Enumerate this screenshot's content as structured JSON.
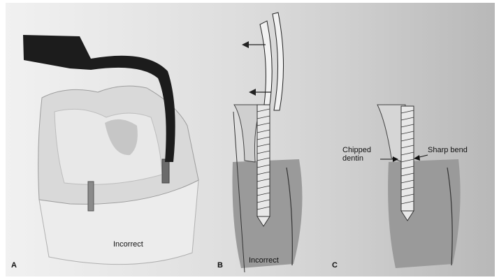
{
  "figure": {
    "panel_a": {
      "letter": "A",
      "caption": "Incorrect"
    },
    "panel_b": {
      "letter": "B",
      "caption": "Incorrect"
    },
    "panel_c": {
      "letter": "C",
      "callout_left": [
        "Chipped",
        "dentin"
      ],
      "callout_right": "Sharp bend"
    }
  }
}
